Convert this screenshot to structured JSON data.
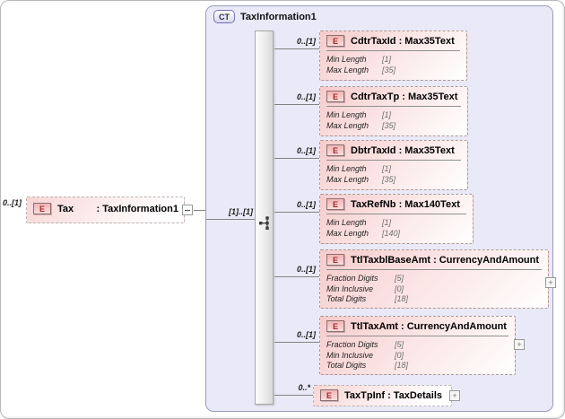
{
  "colors": {
    "element_fill": "#f7cbcb",
    "container_fill": "#e9e9f8",
    "container_border": "#9a9aba",
    "badge_text": "#a22929",
    "connector": "#838383"
  },
  "root": {
    "cardinality": "0..[1]",
    "badge": "E",
    "name": "Tax",
    "type": ": TaxInformation1"
  },
  "complex_type": {
    "badge": "CT",
    "title": "TaxInformation1",
    "compositor_cardinality": "[1]..[1]",
    "expand_label": "+",
    "children": [
      {
        "cardinality": "0..[1]",
        "badge": "E",
        "title": "CdtrTaxId : Max35Text",
        "facets": [
          [
            "Min Length",
            "[1]"
          ],
          [
            "Max Length",
            "[35]"
          ]
        ]
      },
      {
        "cardinality": "0..[1]",
        "badge": "E",
        "title": "CdtrTaxTp : Max35Text",
        "facets": [
          [
            "Min Length",
            "[1]"
          ],
          [
            "Max Length",
            "[35]"
          ]
        ]
      },
      {
        "cardinality": "0..[1]",
        "badge": "E",
        "title": "DbtrTaxId : Max35Text",
        "facets": [
          [
            "Min Length",
            "[1]"
          ],
          [
            "Max Length",
            "[35]"
          ]
        ]
      },
      {
        "cardinality": "0..[1]",
        "badge": "E",
        "title": "TaxRefNb : Max140Text",
        "facets": [
          [
            "Min Length",
            "[1]"
          ],
          [
            "Max Length",
            "[140]"
          ]
        ]
      },
      {
        "cardinality": "0..[1]",
        "badge": "E",
        "title": "TtlTaxblBaseAmt : CurrencyAndAmount",
        "facets": [
          [
            "Fraction Digits",
            "[5]"
          ],
          [
            "Min Inclusive",
            "[0]"
          ],
          [
            "Total Digits",
            "[18]"
          ]
        ]
      },
      {
        "cardinality": "0..[1]",
        "badge": "E",
        "title": "TtlTaxAmt : CurrencyAndAmount",
        "facets": [
          [
            "Fraction Digits",
            "[5]"
          ],
          [
            "Min Inclusive",
            "[0]"
          ],
          [
            "Total Digits",
            "[18]"
          ]
        ]
      },
      {
        "cardinality": "0..*",
        "badge": "E",
        "title": "TaxTpInf : TaxDetails",
        "facets": []
      }
    ]
  }
}
